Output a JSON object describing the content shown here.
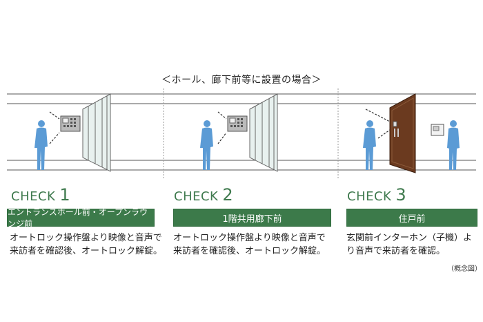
{
  "header": "＜ホール、廊下前等に設置の場合＞",
  "panels": [
    {
      "check_label": "CHECK",
      "check_number": "1",
      "location": "エントランスホール前・オープンラウンジ前",
      "description_line1": "オートロック操作盤より映像と音声で",
      "description_line2": "来訪者を確認後、オートロック解錠。"
    },
    {
      "check_label": "CHECK",
      "check_number": "2",
      "location": "1階共用廊下前",
      "description_line1": "オートロック操作盤より映像と音声で",
      "description_line2": "来訪者を確認後、オートロック解錠。"
    },
    {
      "check_label": "CHECK",
      "check_number": "3",
      "location": "住戸前",
      "description_line1": "玄関前インターホン（子機）よ",
      "description_line2": "り音声で来訪者を確認。"
    }
  ],
  "caption": "（概念図）",
  "colors": {
    "accent_green": "#3c7a4a",
    "figure_blue": "#5b9bd5",
    "door_brown": "#6b3a1f",
    "glass": "#e8f1ef"
  }
}
